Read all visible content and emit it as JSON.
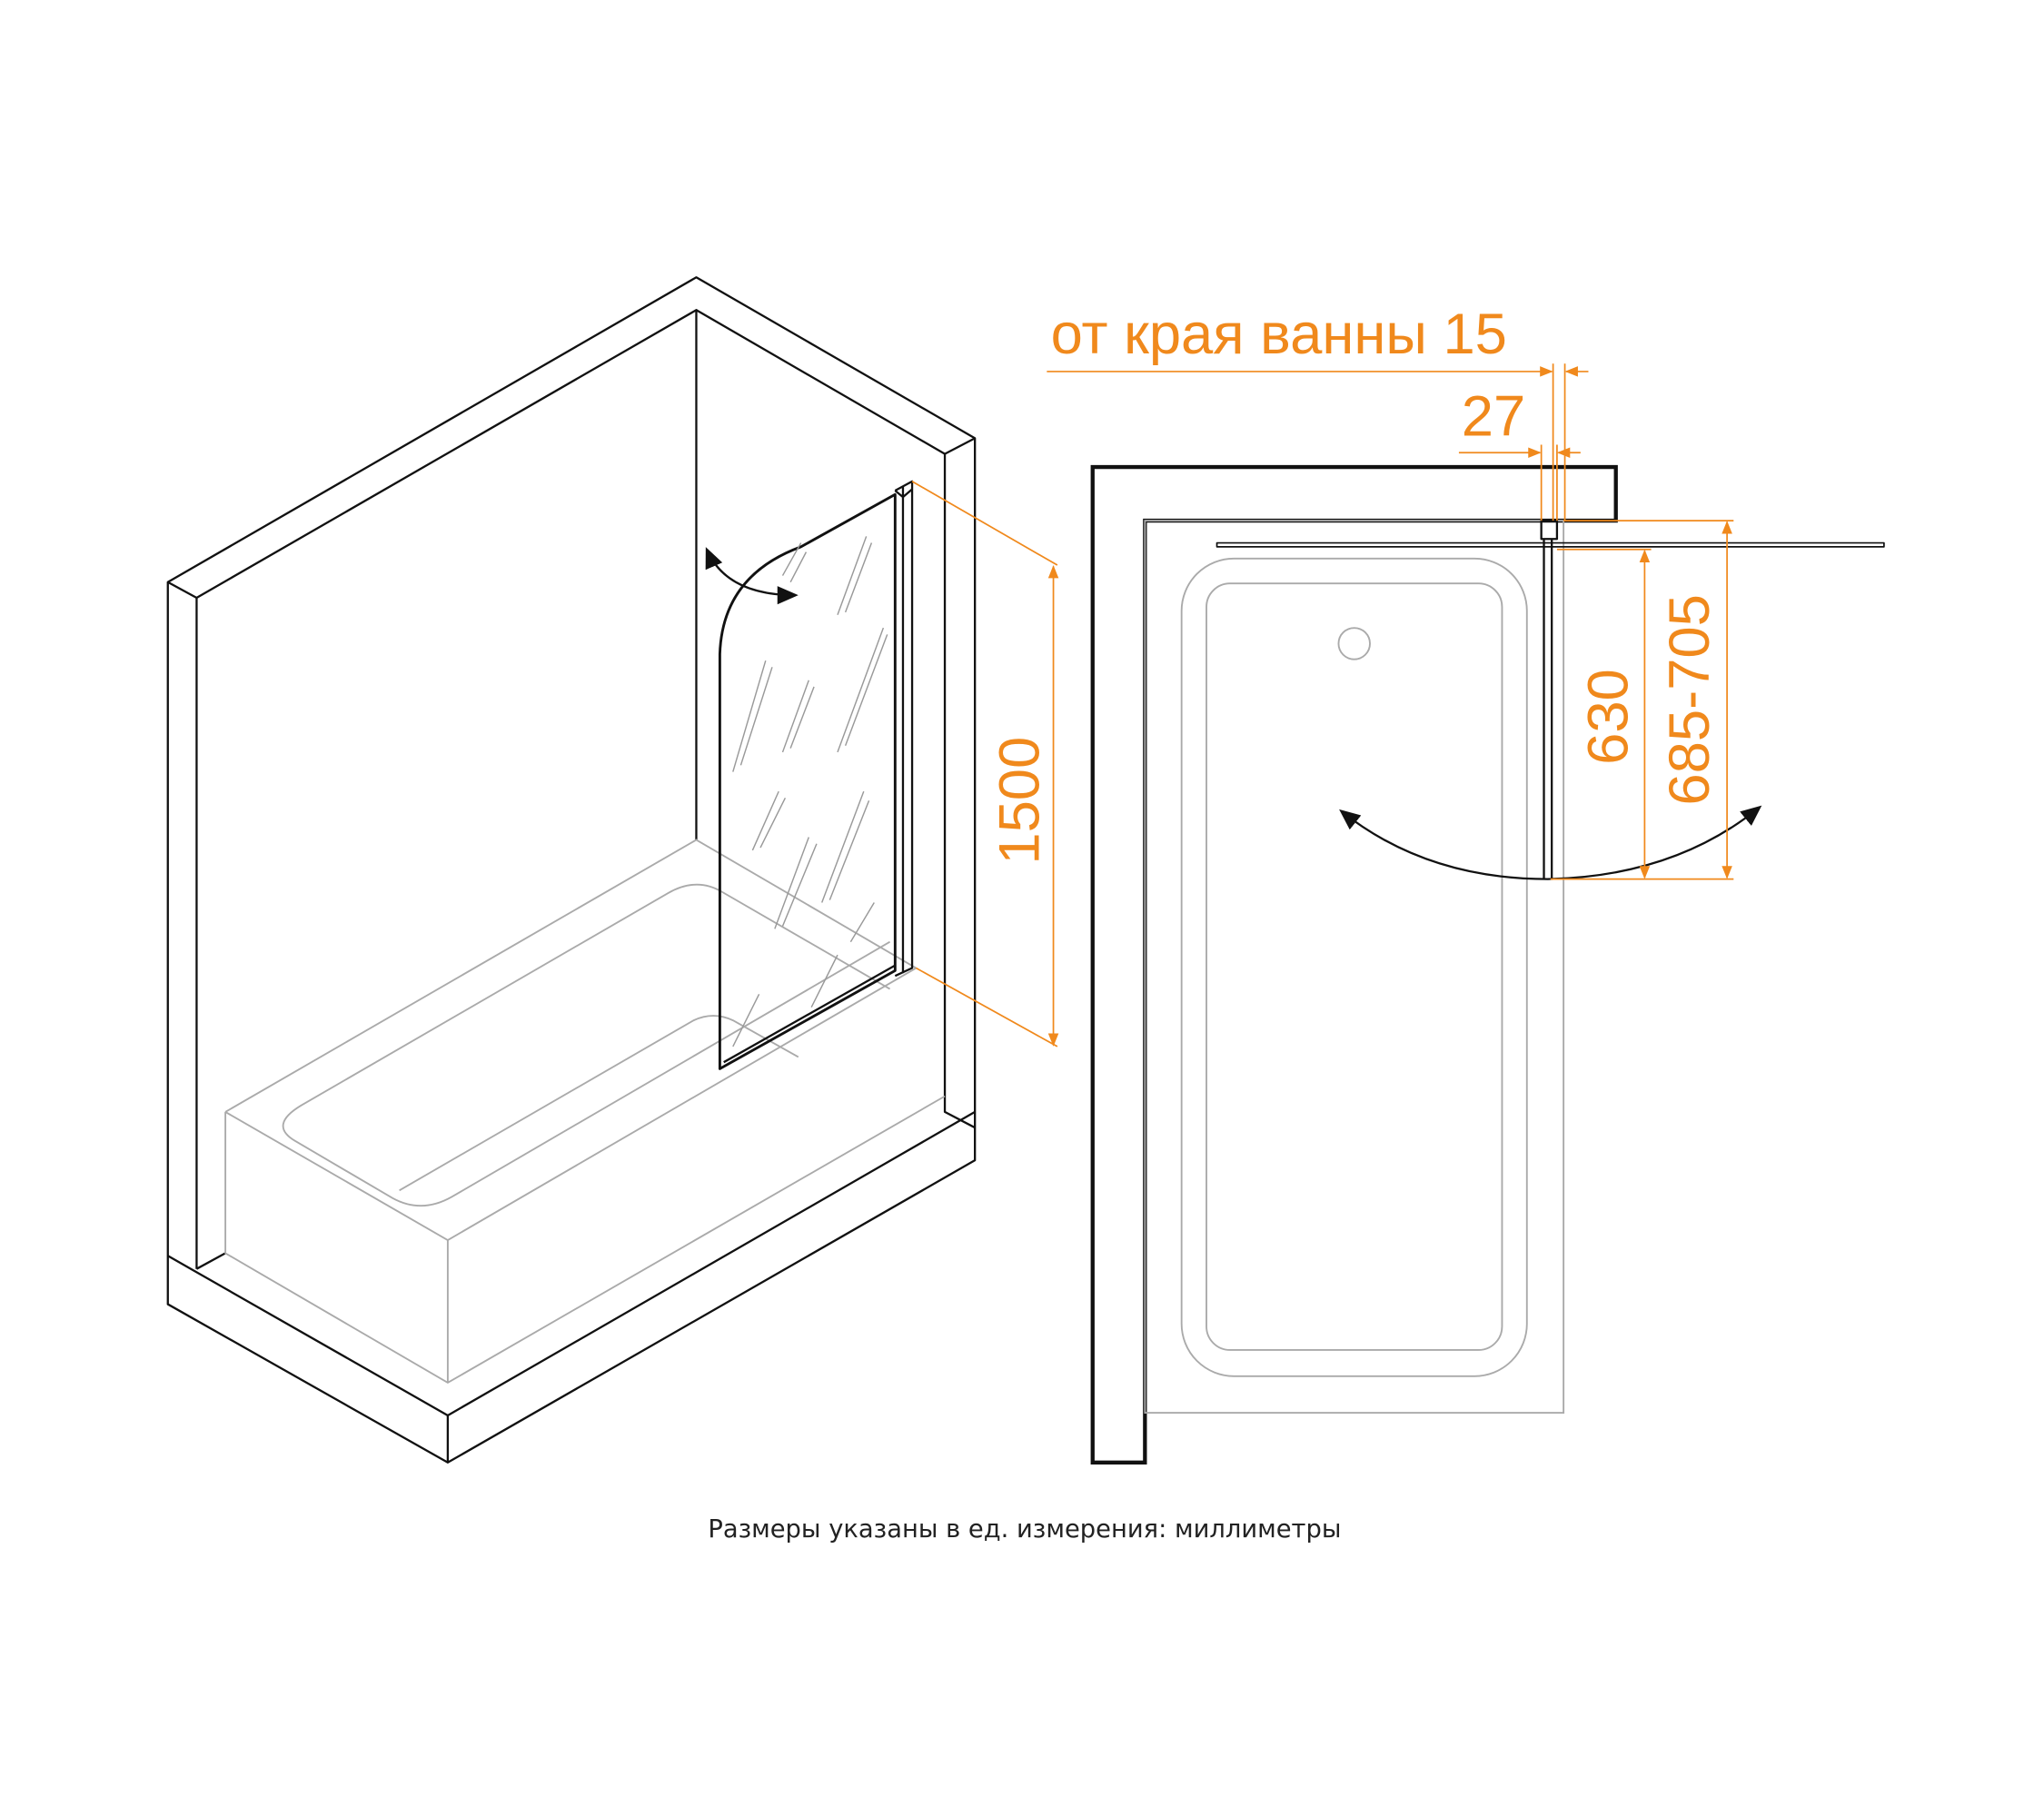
{
  "dimensions": {
    "height": "1500",
    "from_tub_edge": "от края ванны 15",
    "profile_width": "27",
    "panel_width": "630",
    "swing_range": "685-705"
  },
  "caption": "Размеры указаны в ед. измерения: миллиметры",
  "colors": {
    "dimension": "#f0891c",
    "line": "#111111",
    "tub": "#aaaaaa"
  }
}
